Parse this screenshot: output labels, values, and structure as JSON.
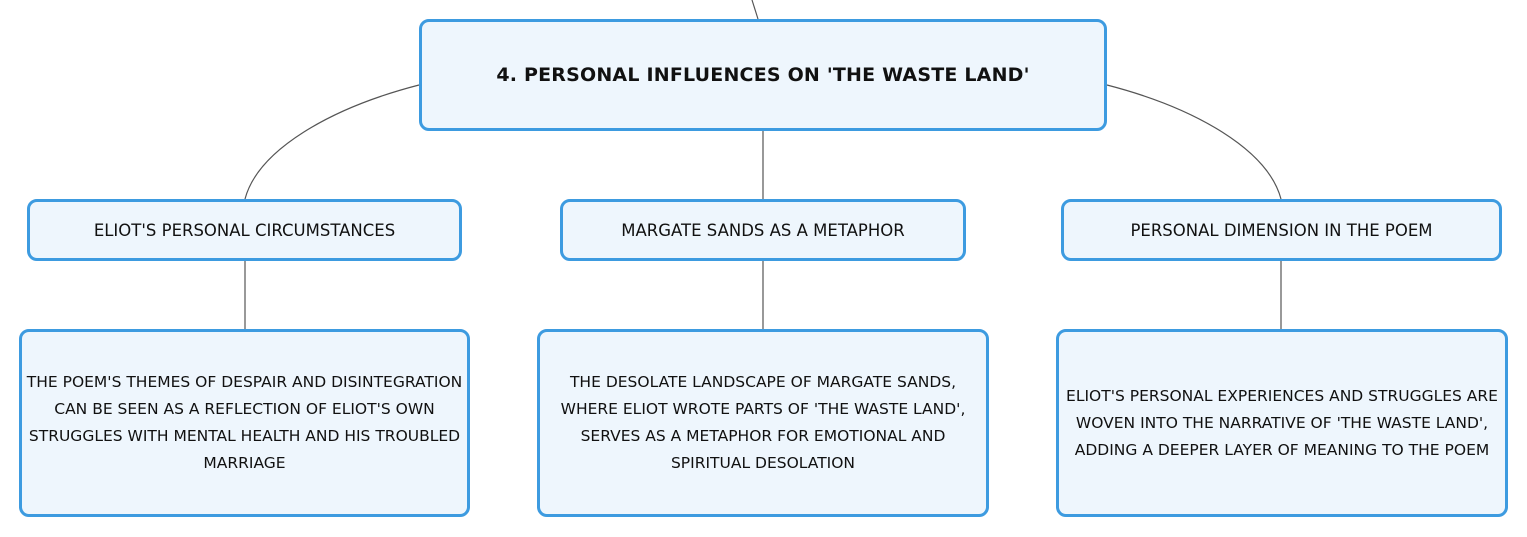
{
  "diagram": {
    "root": {
      "label": "4. PERSONAL INFLUENCES ON 'THE WASTE LAND'"
    },
    "branches": [
      {
        "label": "ELIOT'S PERSONAL CIRCUMSTANCES",
        "detail": "THE POEM'S THEMES OF DESPAIR AND DISINTEGRATION CAN BE SEEN AS A REFLECTION OF ELIOT'S OWN STRUGGLES WITH MENTAL HEALTH AND HIS TROUBLED MARRIAGE"
      },
      {
        "label": "MARGATE SANDS AS A METAPHOR",
        "detail": "THE DESOLATE LANDSCAPE OF MARGATE SANDS, WHERE ELIOT WROTE PARTS OF 'THE WASTE LAND', SERVES AS A METAPHOR FOR EMOTIONAL AND SPIRITUAL DESOLATION"
      },
      {
        "label": "PERSONAL DIMENSION IN THE POEM",
        "detail": "ELIOT'S PERSONAL EXPERIENCES AND STRUGGLES ARE WOVEN INTO THE NARRATIVE OF 'THE WASTE LAND', ADDING A DEEPER LAYER OF MEANING TO THE POEM"
      }
    ],
    "colors": {
      "node_border": "#3d9be0",
      "node_fill": "#eef6fd",
      "connector": "#555555",
      "text": "#111111"
    }
  }
}
